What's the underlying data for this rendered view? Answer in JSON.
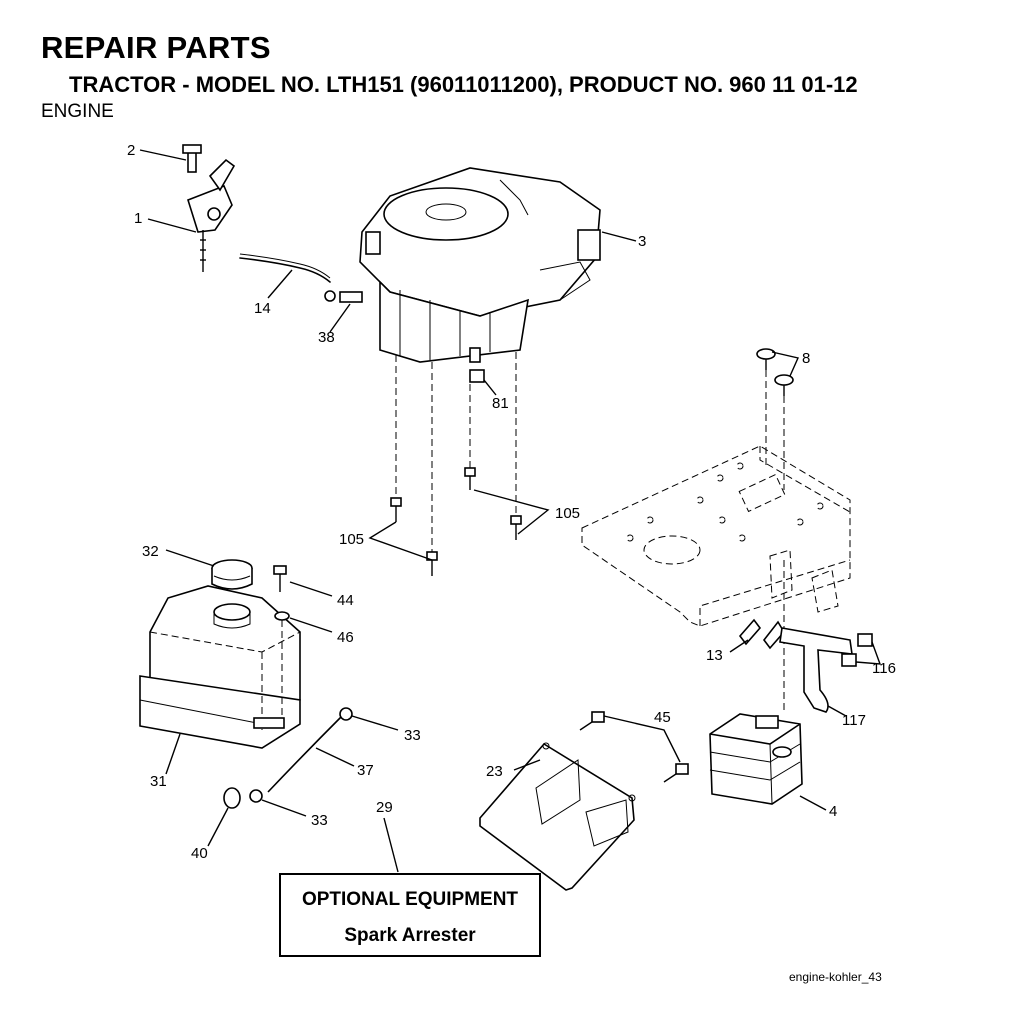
{
  "header": {
    "title": "REPAIR PARTS",
    "subtitle": "TRACTOR - MODEL NO. LTH151 (96011011200), PRODUCT NO. 960 11 01-12",
    "section": "ENGINE"
  },
  "callouts": {
    "c1": "1",
    "c2": "2",
    "c3": "3",
    "c4": "4",
    "c8": "8",
    "c13": "13",
    "c14": "14",
    "c23": "23",
    "c29": "29",
    "c31": "31",
    "c32": "32",
    "c33a": "33",
    "c33b": "33",
    "c37": "37",
    "c38": "38",
    "c40": "40",
    "c44": "44",
    "c45": "45",
    "c46": "46",
    "c81": "81",
    "c105a": "105",
    "c105b": "105",
    "c116": "116",
    "c117": "117"
  },
  "optional": {
    "title": "OPTIONAL EQUIPMENT",
    "item": "Spark Arrester"
  },
  "caption": "engine-kohler_43"
}
